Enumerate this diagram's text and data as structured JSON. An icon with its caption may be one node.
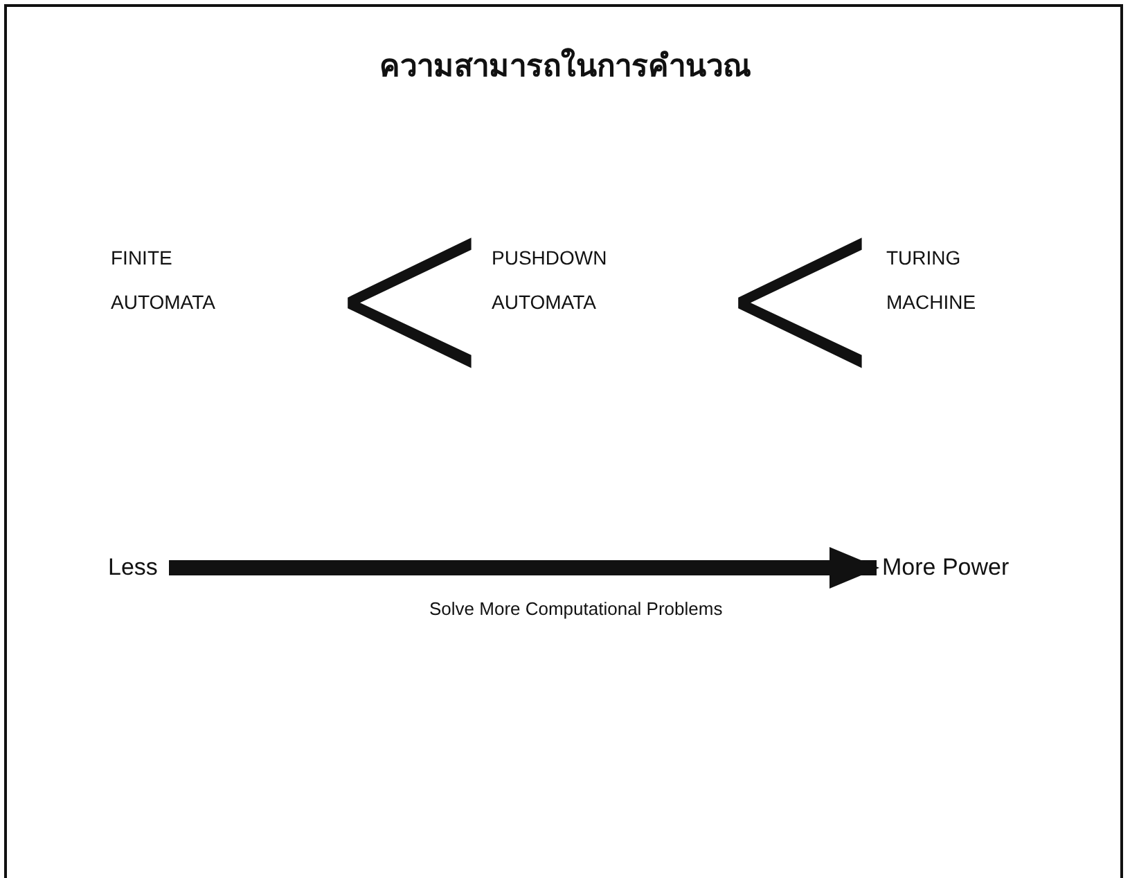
{
  "diagram": {
    "title": "ความสามารถในการคำนวณ",
    "nodes": [
      {
        "text": [
          "FINITE AUTOMATA"
        ]
      },
      {
        "text": [
          "PUSHDOWN AUTOMATA"
        ]
      },
      {
        "text": [
          "TURING MACHINE"
        ]
      },
      {
        "text": [
          "Less"
        ]
      },
      {
        "text": [
          "More Power"
        ]
      }
    ],
    "edges": [
      {
        "from": 3,
        "to": 4,
        "arrow": "to",
        "label": "Solve More Computational Problems"
      }
    ],
    "labels": [
      "<",
      "<"
    ]
  }
}
